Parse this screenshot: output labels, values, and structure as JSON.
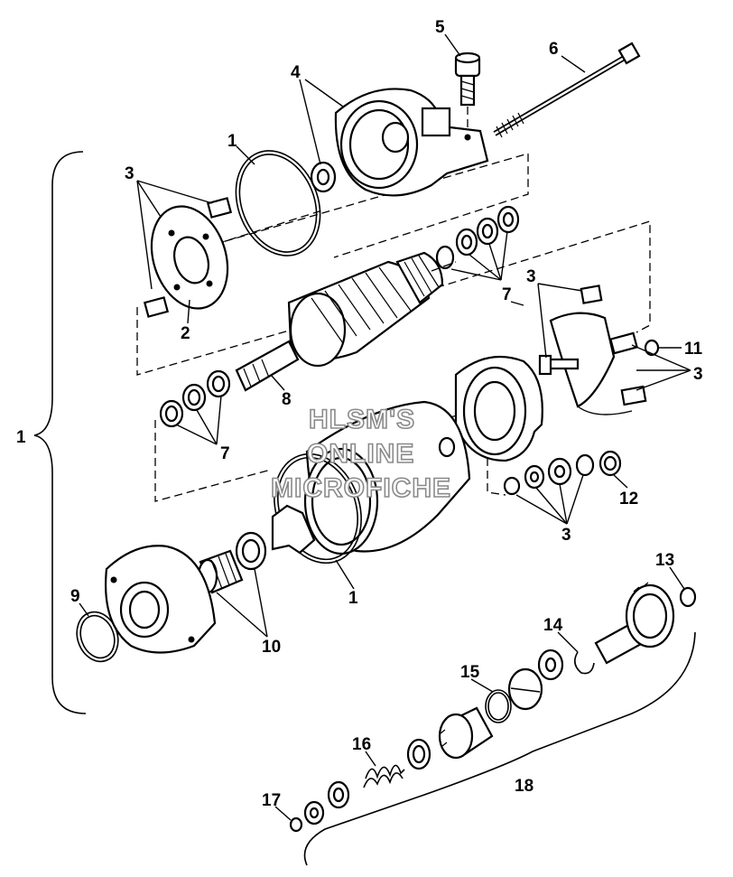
{
  "diagram": {
    "callouts": {
      "c1_main": "1",
      "c1_oring_top": "1",
      "c1_oring_bottom": "1",
      "c2": "2",
      "c3_brushplate": "3",
      "c3_brushholder": "3",
      "c3_brushes_right": "3",
      "c3_washers_bottom": "3",
      "c4": "4",
      "c5": "5",
      "c6": "6",
      "c7_washers_top": "7",
      "c7_washers_left": "7",
      "c8": "8",
      "c9": "9",
      "c10": "10",
      "c11": "11",
      "c12": "12",
      "c13": "13",
      "c14": "14",
      "c15": "15",
      "c16": "16",
      "c17": "17",
      "c18": "18"
    },
    "watermark": {
      "line1": "HLSM'S",
      "line2": "ONLINE",
      "line3": "MICROFICHE"
    }
  }
}
